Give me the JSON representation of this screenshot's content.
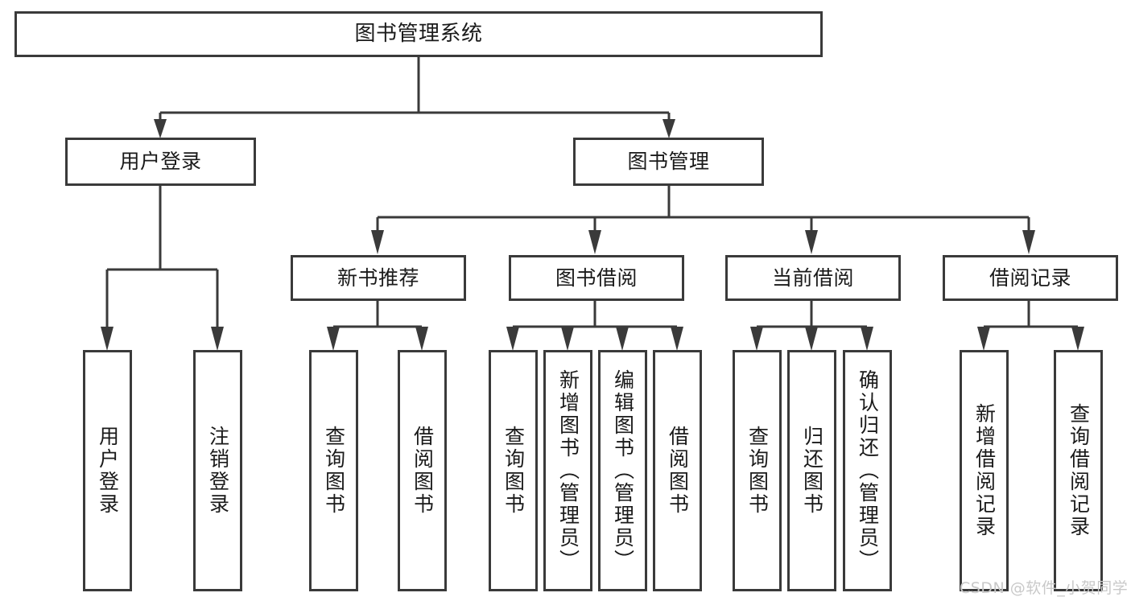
{
  "diagram": {
    "title": "图书管理系统",
    "root": {
      "label": "图书管理系统"
    },
    "level2": [
      {
        "label": "用户登录"
      },
      {
        "label": "图书管理"
      }
    ],
    "level3": [
      {
        "label": "新书推荐"
      },
      {
        "label": "图书借阅"
      },
      {
        "label": "当前借阅"
      },
      {
        "label": "借阅记录"
      }
    ],
    "leaves": {
      "user_login": [
        {
          "label": "用户登录"
        },
        {
          "label": "注销登录"
        }
      ],
      "new_book_recommend": [
        {
          "label": "查询图书"
        },
        {
          "label": "借阅图书"
        }
      ],
      "book_borrow": [
        {
          "label": "查询图书"
        },
        {
          "label": "新增图书（管理员）"
        },
        {
          "label": "编辑图书（管理员）"
        },
        {
          "label": "借阅图书"
        }
      ],
      "current_borrow": [
        {
          "label": "查询图书"
        },
        {
          "label": "归还图书"
        },
        {
          "label": "确认归还（管理员）"
        }
      ],
      "borrow_record": [
        {
          "label": "新增借阅记录"
        },
        {
          "label": "查询借阅记录"
        }
      ]
    }
  },
  "watermark": {
    "text": "CSDN @软件_小贺同学"
  },
  "colors": {
    "border": "#3a3a3a",
    "background": "#ffffff",
    "text": "#1a1a1a",
    "watermark": "#c9c9c9"
  }
}
